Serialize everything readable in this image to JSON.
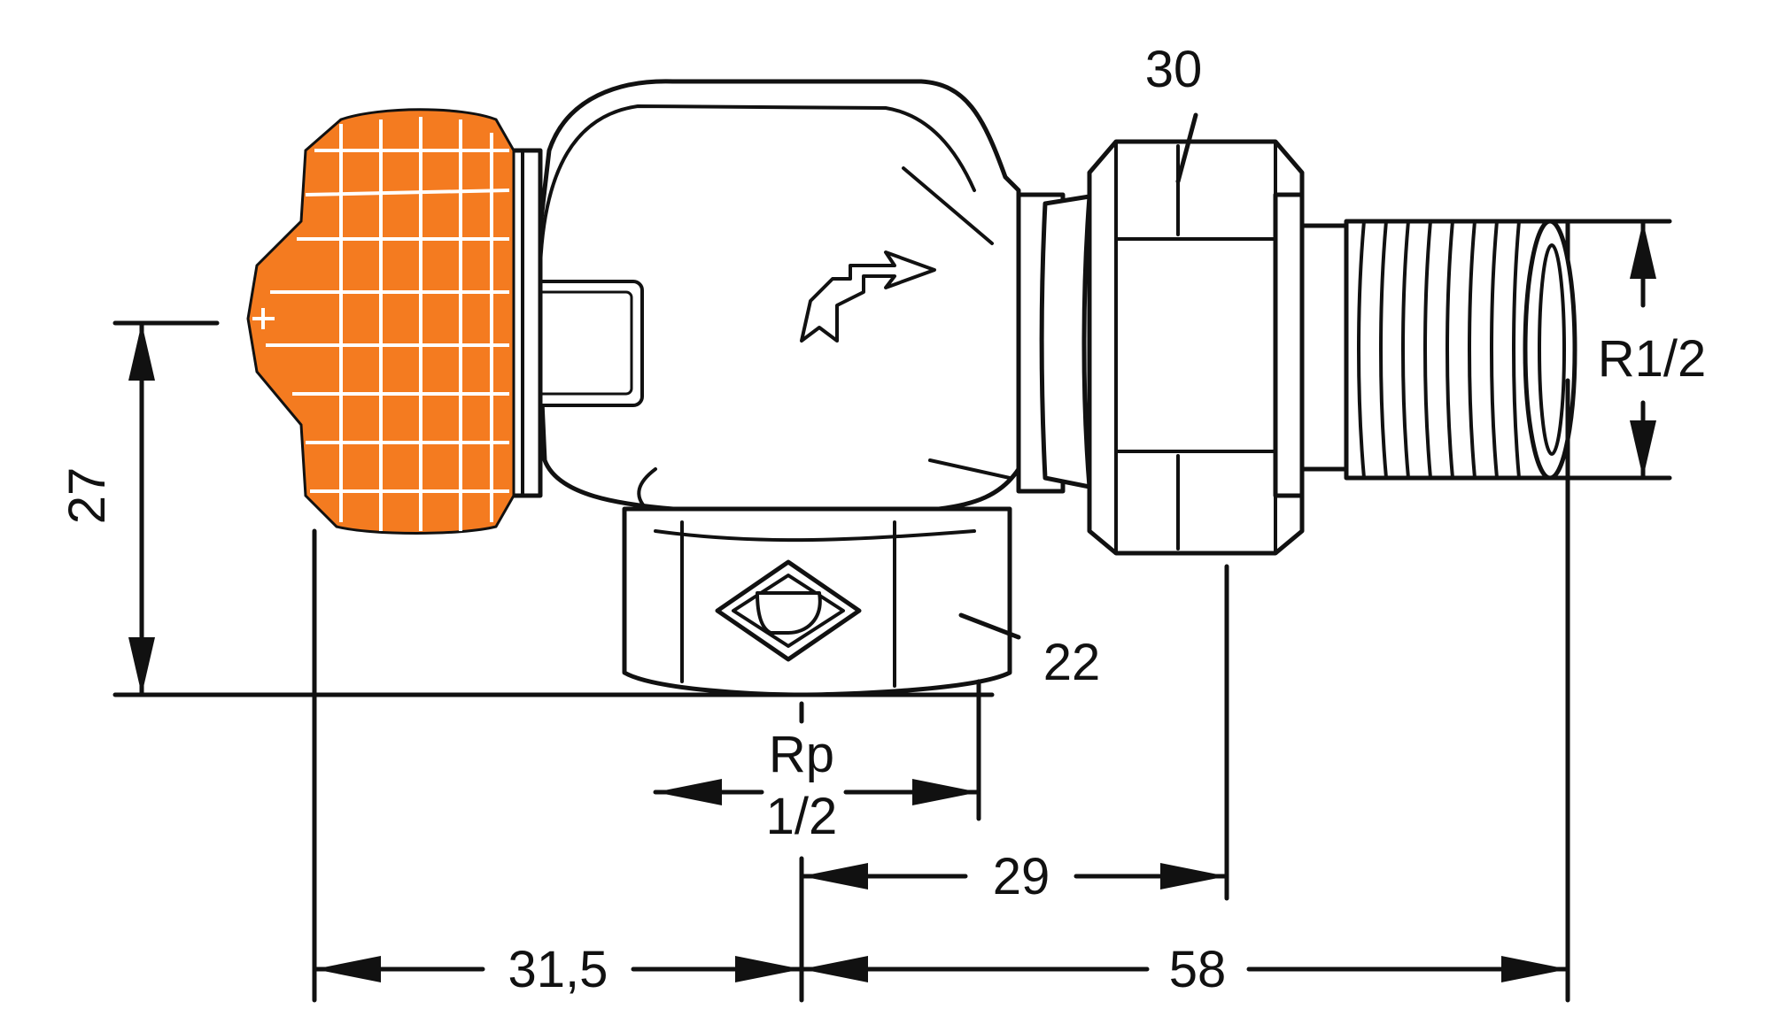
{
  "diagram": {
    "labels": {
      "hex_top": "30",
      "thread_outlet": "R1/2",
      "height_left": "27",
      "hex_bottom": "22",
      "inlet_rp": "Rp",
      "inlet_size": "1/2",
      "dim_29": "29",
      "dim_31_5": "31,5",
      "dim_58": "58"
    },
    "colors": {
      "knob": "#f47b20",
      "lines": "#111111"
    }
  }
}
